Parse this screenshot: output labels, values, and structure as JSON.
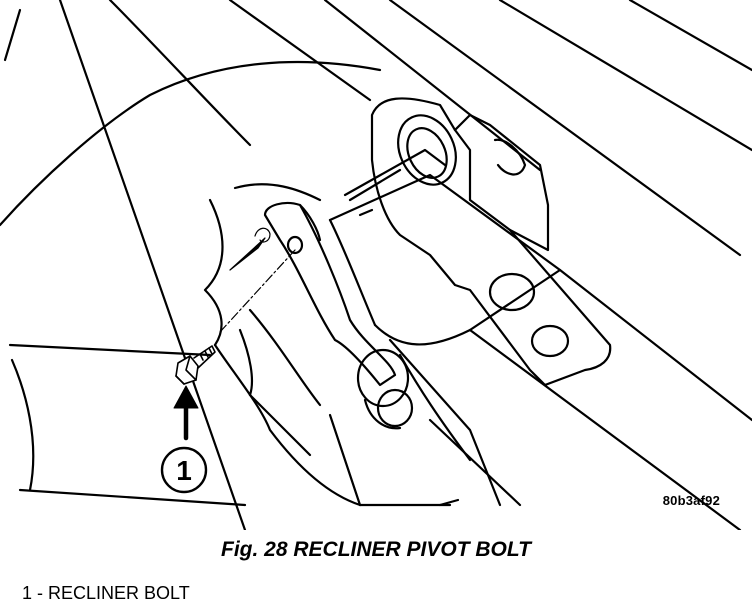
{
  "callout": {
    "number": "1"
  },
  "image_code": "80b3af92",
  "caption": "Fig. 28 RECLINER PIVOT BOLT",
  "legend": [
    {
      "text": "1 - RECLINER BOLT"
    }
  ]
}
